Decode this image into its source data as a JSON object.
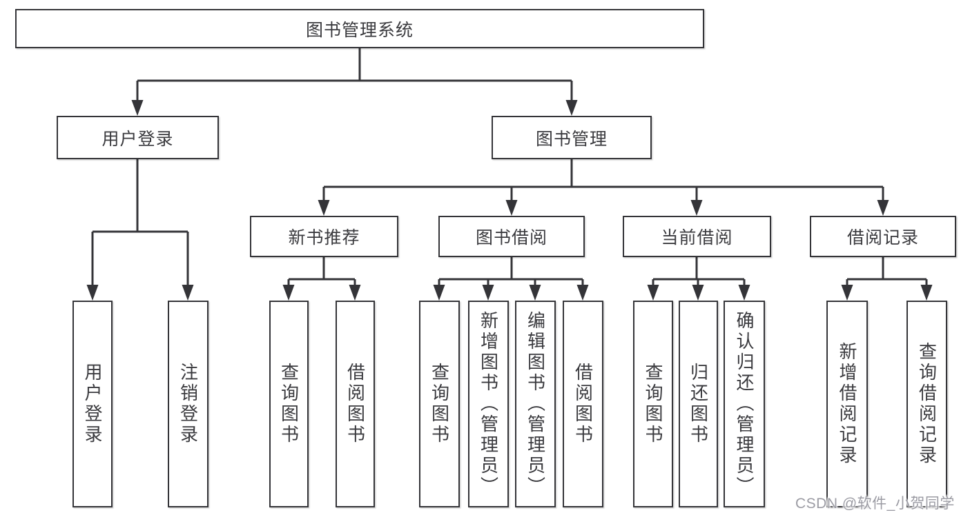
{
  "root": {
    "label": "图书管理系统"
  },
  "branches": [
    {
      "label": "用户登录",
      "children": [
        {
          "label": "用户登录"
        },
        {
          "label": "注销登录"
        }
      ]
    },
    {
      "label": "图书管理",
      "children": [
        {
          "label": "新书推荐",
          "children": [
            {
              "label": "查询图书"
            },
            {
              "label": "借阅图书"
            }
          ]
        },
        {
          "label": "图书借阅",
          "children": [
            {
              "label": "查询图书"
            },
            {
              "label": "新增图书（管理员）"
            },
            {
              "label": "编辑图书（管理员）"
            },
            {
              "label": "借阅图书"
            }
          ]
        },
        {
          "label": "当前借阅",
          "children": [
            {
              "label": "查询图书"
            },
            {
              "label": "归还图书"
            },
            {
              "label": "确认归还（管理员）"
            }
          ]
        },
        {
          "label": "借阅记录",
          "children": [
            {
              "label": "新增借阅记录"
            },
            {
              "label": "查询借阅记录"
            }
          ]
        }
      ]
    }
  ],
  "watermark": {
    "text": "CSDN @软件_小贺同学"
  },
  "colors": {
    "line": "#343438",
    "text": "#3a3a3e",
    "background": "#ffffff",
    "watermark": "#9b9ba3"
  }
}
